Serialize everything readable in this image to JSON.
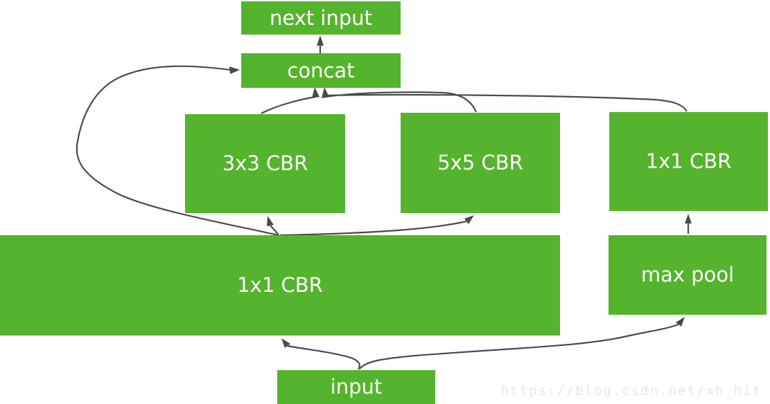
{
  "diagram": {
    "type": "flow-diagram",
    "colors": {
      "node_fill": "#55b42d",
      "node_text": "#ffffff",
      "arrow": "#4a4a4a",
      "background": "#ffffff",
      "watermark_text_color": "#e8e6df"
    },
    "nodes": {
      "next_input": "next input",
      "concat": "concat",
      "cbr_3x3": "3x3 CBR",
      "cbr_5x5": "5x5 CBR",
      "cbr_1x1_right": "1x1 CBR",
      "cbr_1x1_wide": "1x1 CBR",
      "max_pool": "max pool",
      "input": "input"
    },
    "edges": [
      {
        "from": "input",
        "to": "cbr_1x1_wide"
      },
      {
        "from": "input",
        "to": "max_pool"
      },
      {
        "from": "cbr_1x1_wide",
        "to": "cbr_3x3"
      },
      {
        "from": "cbr_1x1_wide",
        "to": "cbr_5x5"
      },
      {
        "from": "cbr_1x1_wide",
        "to": "concat"
      },
      {
        "from": "max_pool",
        "to": "cbr_1x1_right"
      },
      {
        "from": "cbr_3x3",
        "to": "concat"
      },
      {
        "from": "cbr_5x5",
        "to": "concat"
      },
      {
        "from": "cbr_1x1_right",
        "to": "concat"
      },
      {
        "from": "concat",
        "to": "next_input"
      }
    ],
    "watermark": "https://blog.csdn.net/xh_hit"
  }
}
